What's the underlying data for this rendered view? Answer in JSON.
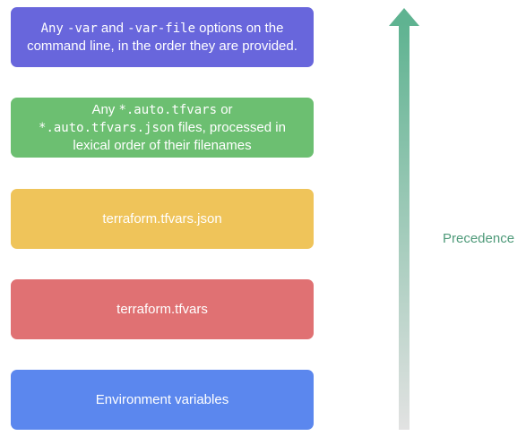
{
  "diagram": {
    "label": "Precedence",
    "label_color": "#4e9a79",
    "arrow": {
      "color_top": "#5fb391",
      "color_bottom": "#e2e2e2"
    },
    "boxes": [
      {
        "color": "#6866dc",
        "line1": {
          "mono1": "Any",
          "sep1": " ",
          "code1": "-var",
          "text1": " and ",
          "code2": "-var-file",
          "text2": " options on the"
        },
        "line2": "command line, in the order they are provided."
      },
      {
        "color": "#6cbf71",
        "line1": {
          "text1": "Any ",
          "code1": "*.auto.tfvars",
          "text2": " or"
        },
        "line2": {
          "code1": "*.auto.tfvars.json",
          "text1": " files, processed in"
        },
        "line3": "lexical order of their filenames"
      },
      {
        "color": "#efc45a",
        "label": "terraform.tfvars.json"
      },
      {
        "color": "#e07173",
        "label": "terraform.tfvars"
      },
      {
        "color": "#5b87ee",
        "label": "Environment variables"
      }
    ]
  }
}
